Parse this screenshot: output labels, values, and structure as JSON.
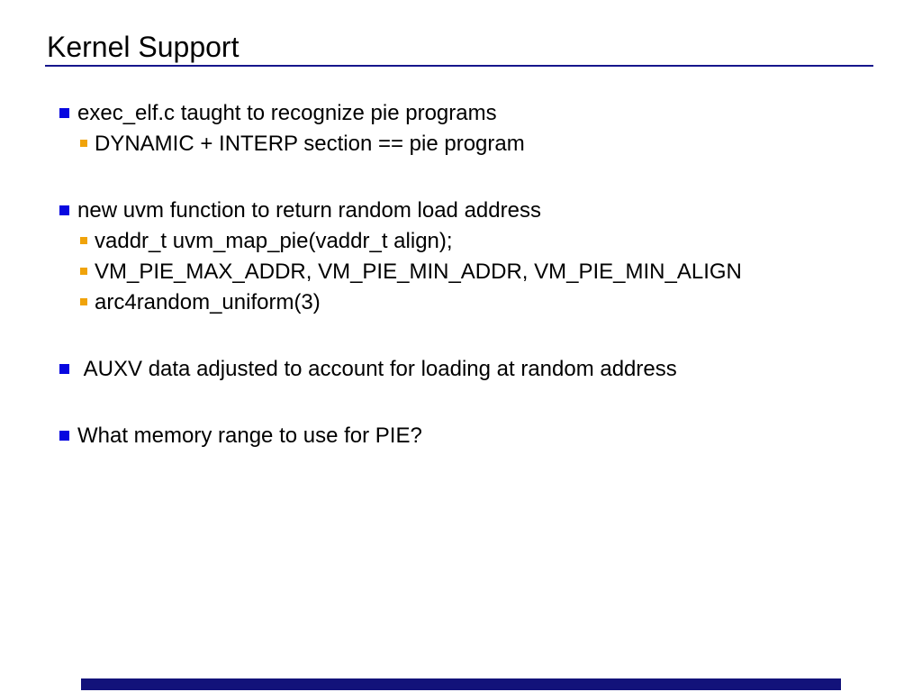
{
  "slide": {
    "title": "Kernel Support",
    "bullets": [
      {
        "level": 1,
        "text": "exec_elf.c taught to recognize pie programs"
      },
      {
        "level": 2,
        "text": "DYNAMIC + INTERP section == pie program"
      },
      {
        "level": 1,
        "text": "new uvm function to return random load address"
      },
      {
        "level": 2,
        "text": "vaddr_t uvm_map_pie(vaddr_t align);"
      },
      {
        "level": 2,
        "text": "VM_PIE_MAX_ADDR, VM_PIE_MIN_ADDR, VM_PIE_MIN_ALIGN"
      },
      {
        "level": 2,
        "text": "arc4random_uniform(3)"
      },
      {
        "level": 1,
        "text": " AUXV data adjusted to account for loading at random address"
      },
      {
        "level": 1,
        "text": "What memory range to use for PIE?"
      }
    ]
  },
  "colors": {
    "bullet_level1": "#0707e0",
    "bullet_level2": "#f0a30a",
    "title_rule": "#16168c",
    "footer_bar": "#12127a",
    "text": "#000000",
    "background": "#ffffff"
  }
}
